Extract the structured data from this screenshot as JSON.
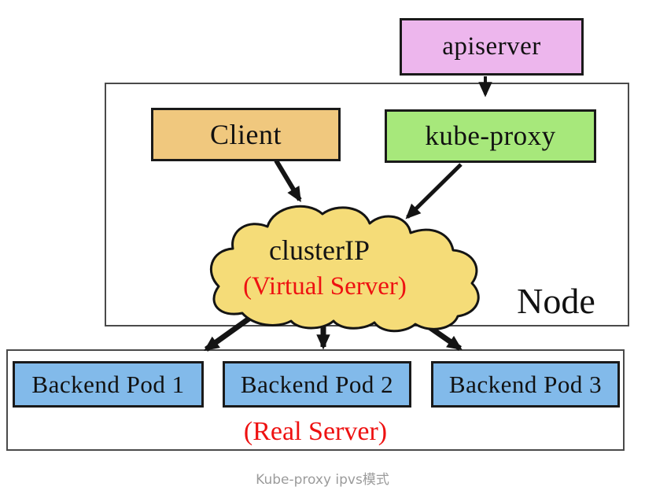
{
  "diagram": {
    "caption": "Kube-proxy ipvs模式",
    "nodes": {
      "apiserver": {
        "label": "apiserver"
      },
      "client": {
        "label": "Client"
      },
      "kube_proxy": {
        "label": "kube-proxy"
      },
      "cluster_ip": {
        "label": "clusterIP",
        "sublabel": "(Virtual Server)"
      },
      "node_container": {
        "label": "Node"
      },
      "real_server_container": {
        "label": "(Real Server)"
      },
      "backend_pod_1": {
        "label": "Backend Pod 1"
      },
      "backend_pod_2": {
        "label": "Backend Pod 2"
      },
      "backend_pod_3": {
        "label": "Backend Pod 3"
      }
    },
    "edges": [
      {
        "from": "apiserver",
        "to": "kube-proxy"
      },
      {
        "from": "Client",
        "to": "clusterIP"
      },
      {
        "from": "kube-proxy",
        "to": "clusterIP"
      },
      {
        "from": "clusterIP",
        "to": "Backend Pod 1"
      },
      {
        "from": "clusterIP",
        "to": "Backend Pod 2"
      },
      {
        "from": "clusterIP",
        "to": "Backend Pod 3"
      }
    ],
    "colors": {
      "apiserver_fill": "#edb6ed",
      "client_fill": "#f0c87e",
      "kube_proxy_fill": "#a7e87b",
      "cluster_ip_fill": "#f5dc78",
      "pod_fill": "#82baea",
      "accent_red": "#ee1111",
      "line_black": "#141414",
      "caption_gray": "#9b9b9b"
    }
  }
}
